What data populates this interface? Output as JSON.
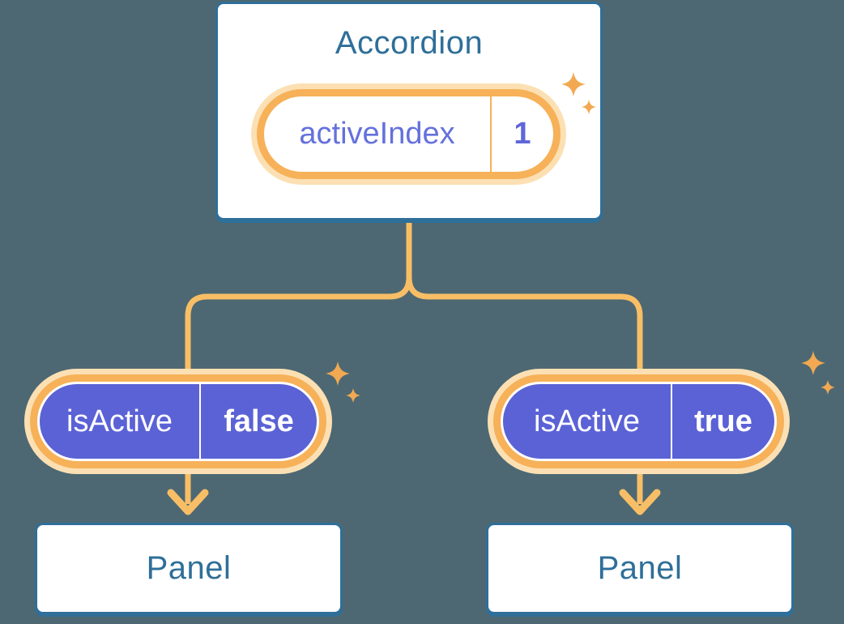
{
  "diagram": {
    "accordion": {
      "title": "Accordion",
      "state": {
        "label": "activeIndex",
        "value": "1"
      }
    },
    "children": [
      {
        "prop": {
          "label": "isActive",
          "value": "false"
        },
        "panel_label": "Panel"
      },
      {
        "prop": {
          "label": "isActive",
          "value": "true"
        },
        "panel_label": "Panel"
      }
    ]
  },
  "icons": [
    "sparkle-icon-accordion-large",
    "sparkle-icon-accordion-small",
    "sparkle-icon-left-large",
    "sparkle-icon-left-small",
    "sparkle-icon-right-large",
    "sparkle-icon-right-small"
  ],
  "colors": {
    "bg": "#4D6872",
    "blue": "#2F6F99",
    "orange-line": "#F8BE66",
    "orange-ring": "#F6B159",
    "glow": "#FCE0B3",
    "sparkle": "#F2A952",
    "purple": "#5B62D6",
    "purple-text": "#6571DC",
    "value-purple": "#5F66D9",
    "white": "#FFFFFF"
  }
}
